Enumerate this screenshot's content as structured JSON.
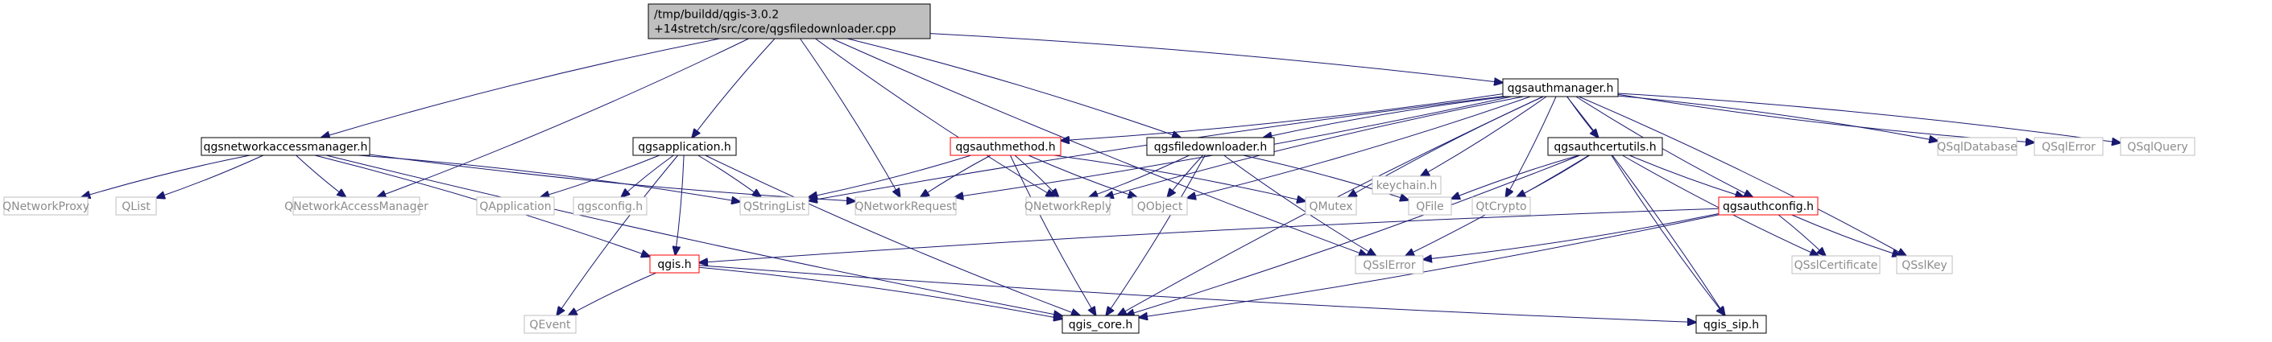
{
  "colors": {
    "edge": "#191970",
    "root_fill": "#bfbfbf",
    "root_border": "#000000",
    "normal_border": "#000000",
    "missing_border": "#bfbfbf",
    "missing_text": "#8c8c8c",
    "incomplete_border": "#ff0000",
    "text": "#000000"
  },
  "nodes": [
    {
      "id": "root",
      "kind": "root",
      "lines": [
        "/tmp/buildd/qgis-3.0.2",
        "+14stretch/src/core/qgsfiledownloader.cpp"
      ]
    },
    {
      "id": "qgsauthmanager_h",
      "kind": "normal",
      "lines": [
        "qgsauthmanager.h"
      ]
    },
    {
      "id": "qgsnetworkaccessmanager_h",
      "kind": "normal",
      "lines": [
        "qgsnetworkaccessmanager.h"
      ]
    },
    {
      "id": "qgsapplication_h",
      "kind": "normal",
      "lines": [
        "qgsapplication.h"
      ]
    },
    {
      "id": "qgsauthmethod_h",
      "kind": "incomplete",
      "lines": [
        "qgsauthmethod.h"
      ]
    },
    {
      "id": "qgsfiledownloader_h",
      "kind": "normal",
      "lines": [
        "qgsfiledownloader.h"
      ]
    },
    {
      "id": "keychain_h",
      "kind": "missing",
      "lines": [
        "keychain.h"
      ]
    },
    {
      "id": "qgsauthcertutils_h",
      "kind": "normal",
      "lines": [
        "qgsauthcertutils.h"
      ]
    },
    {
      "id": "QSqlDatabase",
      "kind": "missing",
      "lines": [
        "QSqlDatabase"
      ]
    },
    {
      "id": "QSqlError",
      "kind": "missing",
      "lines": [
        "QSqlError"
      ]
    },
    {
      "id": "QSqlQuery",
      "kind": "missing",
      "lines": [
        "QSqlQuery"
      ]
    },
    {
      "id": "QNetworkProxy",
      "kind": "missing",
      "lines": [
        "QNetworkProxy"
      ]
    },
    {
      "id": "QList",
      "kind": "missing",
      "lines": [
        "QList"
      ]
    },
    {
      "id": "QNetworkAccessManager",
      "kind": "missing",
      "lines": [
        "QNetworkAccessManager"
      ]
    },
    {
      "id": "QApplication",
      "kind": "missing",
      "lines": [
        "QApplication"
      ]
    },
    {
      "id": "qgsconfig_h",
      "kind": "missing",
      "lines": [
        "qgsconfig.h"
      ]
    },
    {
      "id": "QStringList",
      "kind": "missing",
      "lines": [
        "QStringList"
      ]
    },
    {
      "id": "QNetworkRequest",
      "kind": "missing",
      "lines": [
        "QNetworkRequest"
      ]
    },
    {
      "id": "QNetworkReply",
      "kind": "missing",
      "lines": [
        "QNetworkReply"
      ]
    },
    {
      "id": "QObject",
      "kind": "missing",
      "lines": [
        "QObject"
      ]
    },
    {
      "id": "QMutex",
      "kind": "missing",
      "lines": [
        "QMutex"
      ]
    },
    {
      "id": "QFile",
      "kind": "missing",
      "lines": [
        "QFile"
      ]
    },
    {
      "id": "QtCrypto",
      "kind": "missing",
      "lines": [
        "QtCrypto"
      ]
    },
    {
      "id": "qgsauthconfig_h",
      "kind": "incomplete",
      "lines": [
        "qgsauthconfig.h"
      ]
    },
    {
      "id": "qgis_h",
      "kind": "incomplete",
      "lines": [
        "qgis.h"
      ]
    },
    {
      "id": "QSslError",
      "kind": "missing",
      "lines": [
        "QSslError"
      ]
    },
    {
      "id": "QSslCertificate",
      "kind": "missing",
      "lines": [
        "QSslCertificate"
      ]
    },
    {
      "id": "QSslKey",
      "kind": "missing",
      "lines": [
        "QSslKey"
      ]
    },
    {
      "id": "QEvent",
      "kind": "missing",
      "lines": [
        "QEvent"
      ]
    },
    {
      "id": "qgis_core_h",
      "kind": "normal",
      "lines": [
        "qgis_core.h"
      ]
    },
    {
      "id": "qgis_sip_h",
      "kind": "normal",
      "lines": [
        "qgis_sip.h"
      ]
    }
  ],
  "edges": [
    [
      "root",
      "qgsauthmanager_h"
    ],
    [
      "root",
      "qgsnetworkaccessmanager_h"
    ],
    [
      "root",
      "QNetworkAccessManager"
    ],
    [
      "root",
      "qgsapplication_h"
    ],
    [
      "root",
      "QNetworkRequest"
    ],
    [
      "root",
      "QNetworkReply"
    ],
    [
      "root",
      "qgsfiledownloader_h"
    ],
    [
      "root",
      "QSslError"
    ],
    [
      "qgsauthmanager_h",
      "qgsauthmethod_h"
    ],
    [
      "qgsauthmanager_h",
      "qgsfiledownloader_h"
    ],
    [
      "qgsauthmanager_h",
      "keychain_h"
    ],
    [
      "qgsauthmanager_h",
      "qgsauthcertutils_h"
    ],
    [
      "qgsauthmanager_h",
      "QSqlDatabase"
    ],
    [
      "qgsauthmanager_h",
      "QSqlError"
    ],
    [
      "qgsauthmanager_h",
      "QSqlQuery"
    ],
    [
      "qgsauthmanager_h",
      "QStringList"
    ],
    [
      "qgsauthmanager_h",
      "QNetworkRequest"
    ],
    [
      "qgsauthmanager_h",
      "QNetworkReply"
    ],
    [
      "qgsauthmanager_h",
      "QObject"
    ],
    [
      "qgsauthmanager_h",
      "QMutex"
    ],
    [
      "qgsauthmanager_h",
      "QtCrypto"
    ],
    [
      "qgsauthmanager_h",
      "qgsauthconfig_h"
    ],
    [
      "qgsauthmanager_h",
      "QSslKey"
    ],
    [
      "qgsauthmanager_h",
      "qgis_core_h"
    ],
    [
      "qgsauthmanager_h",
      "qgis_sip_h"
    ],
    [
      "qgsnetworkaccessmanager_h",
      "QNetworkProxy"
    ],
    [
      "qgsnetworkaccessmanager_h",
      "QList"
    ],
    [
      "qgsnetworkaccessmanager_h",
      "QNetworkAccessManager"
    ],
    [
      "qgsnetworkaccessmanager_h",
      "QStringList"
    ],
    [
      "qgsnetworkaccessmanager_h",
      "QNetworkRequest"
    ],
    [
      "qgsnetworkaccessmanager_h",
      "qgis_h"
    ],
    [
      "qgsnetworkaccessmanager_h",
      "qgis_core_h"
    ],
    [
      "qgsapplication_h",
      "QApplication"
    ],
    [
      "qgsapplication_h",
      "qgsconfig_h"
    ],
    [
      "qgsapplication_h",
      "QStringList"
    ],
    [
      "qgsapplication_h",
      "QEvent"
    ],
    [
      "qgsapplication_h",
      "qgis_h"
    ],
    [
      "qgsapplication_h",
      "qgis_core_h"
    ],
    [
      "qgsauthmethod_h",
      "QStringList"
    ],
    [
      "qgsauthmethod_h",
      "QNetworkRequest"
    ],
    [
      "qgsauthmethod_h",
      "QNetworkReply"
    ],
    [
      "qgsauthmethod_h",
      "QObject"
    ],
    [
      "qgsauthmethod_h",
      "QMutex"
    ],
    [
      "qgsauthmethod_h",
      "qgis_core_h"
    ],
    [
      "qgsfiledownloader_h",
      "QNetworkReply"
    ],
    [
      "qgsfiledownloader_h",
      "QObject"
    ],
    [
      "qgsfiledownloader_h",
      "QFile"
    ],
    [
      "qgsfiledownloader_h",
      "QSslError"
    ],
    [
      "qgsfiledownloader_h",
      "qgis_core_h"
    ],
    [
      "qgsauthcertutils_h",
      "QFile"
    ],
    [
      "qgsauthcertutils_h",
      "QtCrypto"
    ],
    [
      "qgsauthcertutils_h",
      "qgsauthconfig_h"
    ],
    [
      "qgsauthcertutils_h",
      "QSslError"
    ],
    [
      "qgsauthcertutils_h",
      "QSslCertificate"
    ],
    [
      "qgsauthcertutils_h",
      "qgis_core_h"
    ],
    [
      "qgsauthcertutils_h",
      "qgis_sip_h"
    ],
    [
      "qgsauthconfig_h",
      "QSslCertificate"
    ],
    [
      "qgsauthconfig_h",
      "QSslKey"
    ],
    [
      "qgsauthconfig_h",
      "QSslError"
    ],
    [
      "qgsauthconfig_h",
      "qgis_h"
    ],
    [
      "qgsauthconfig_h",
      "qgis_core_h"
    ],
    [
      "qgis_h",
      "QEvent"
    ],
    [
      "qgis_h",
      "qgis_core_h"
    ],
    [
      "qgis_h",
      "qgis_sip_h"
    ]
  ]
}
